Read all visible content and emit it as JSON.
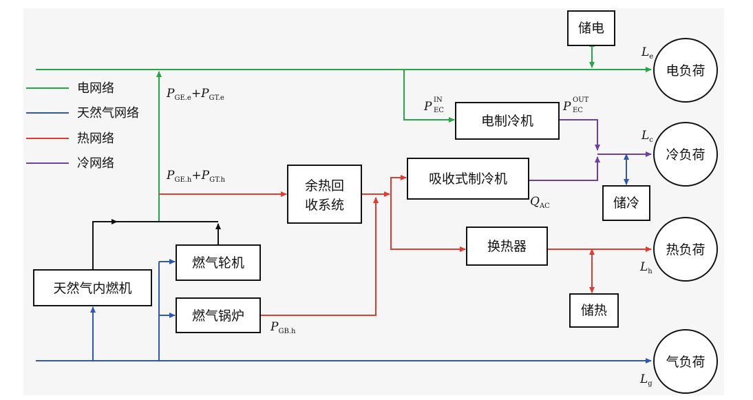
{
  "legend": [
    {
      "label": "电网络",
      "color": "#22a845"
    },
    {
      "label": "天然气网络",
      "color": "#2d57b3"
    },
    {
      "label": "热网络",
      "color": "#e23a2e"
    },
    {
      "label": "冷网络",
      "color": "#6a3fa8"
    }
  ],
  "boxes": {
    "ice": [
      "天然气内燃机"
    ],
    "gas_turbine": [
      "燃气轮机"
    ],
    "gas_boiler": [
      "燃气锅炉"
    ],
    "waste_heat": [
      "余热回",
      "收系统"
    ],
    "elec_chiller": [
      "电制冷机"
    ],
    "abs_chiller": [
      "吸收式制冷机"
    ],
    "heat_exchanger": [
      "换热器"
    ],
    "elec_storage": [
      "储电"
    ],
    "cold_storage": [
      "储冷"
    ],
    "heat_storage": [
      "储热"
    ]
  },
  "loads": {
    "electric": "电负荷",
    "cooling": "冷负荷",
    "heat": "热负荷",
    "gas": "气负荷"
  },
  "vars": {
    "p_elec": {
      "a": "P",
      "as": "GE.e",
      "plus": "+",
      "b": "P",
      "bs": "GT.e"
    },
    "p_heat": {
      "a": "P",
      "as": "GE.h",
      "plus": "+",
      "b": "P",
      "bs": "GT.h"
    },
    "p_ec_in": {
      "main": "P",
      "sup": "IN",
      "sub": "EC"
    },
    "p_ec_out": {
      "main": "P",
      "sup": "OUT",
      "sub": "EC"
    },
    "q_ac": {
      "main": "Q",
      "sub": "AC"
    },
    "p_gb": {
      "main": "P",
      "sub": "GB.h"
    },
    "l_e": {
      "main": "L",
      "sub": "e"
    },
    "l_c": {
      "main": "L",
      "sub": "c"
    },
    "l_h": {
      "main": "L",
      "sub": "h"
    },
    "l_g": {
      "main": "L",
      "sub": "g"
    }
  },
  "colors": {
    "electric": "#22a845",
    "gas": "#2d57b3",
    "heat": "#e23a2e",
    "cold": "#6a3fa8",
    "black": "#111111"
  }
}
